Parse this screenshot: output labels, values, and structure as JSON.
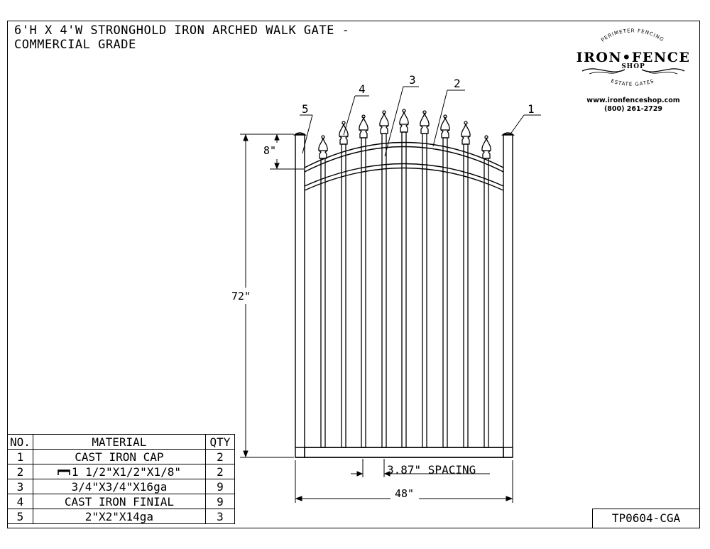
{
  "title": {
    "line1": "6'H X 4'W STRONGHOLD IRON ARCHED WALK GATE -",
    "line2": "COMMERCIAL GRADE"
  },
  "logo": {
    "arc_top": "PERIMETER FENCING",
    "name": "IRON•FENCE",
    "sub": "SHOP",
    "arc_bottom": "ESTATE GATES",
    "website": "www.ironfenceshop.com",
    "phone": "(800) 261-2729"
  },
  "dimensions": {
    "height": "72\"",
    "arch_rise": "8\"",
    "width": "48\"",
    "spacing": "3.87\" SPACING"
  },
  "callouts": [
    "1",
    "2",
    "3",
    "4",
    "5"
  ],
  "bom": {
    "headers": [
      "NO.",
      "MATERIAL",
      "QTY"
    ],
    "rows": [
      {
        "no": "1",
        "material": "CAST IRON CAP",
        "qty": "2"
      },
      {
        "no": "2",
        "material": "1 1/2\"X1/2\"X1/8\"",
        "qty": "2"
      },
      {
        "no": "3",
        "material": "3/4\"X3/4\"X16ga",
        "qty": "9"
      },
      {
        "no": "4",
        "material": "CAST IRON FINIAL",
        "qty": "9"
      },
      {
        "no": "5",
        "material": "2\"X2\"X14ga",
        "qty": "3"
      }
    ]
  },
  "part_number": "TP0604-CGA"
}
